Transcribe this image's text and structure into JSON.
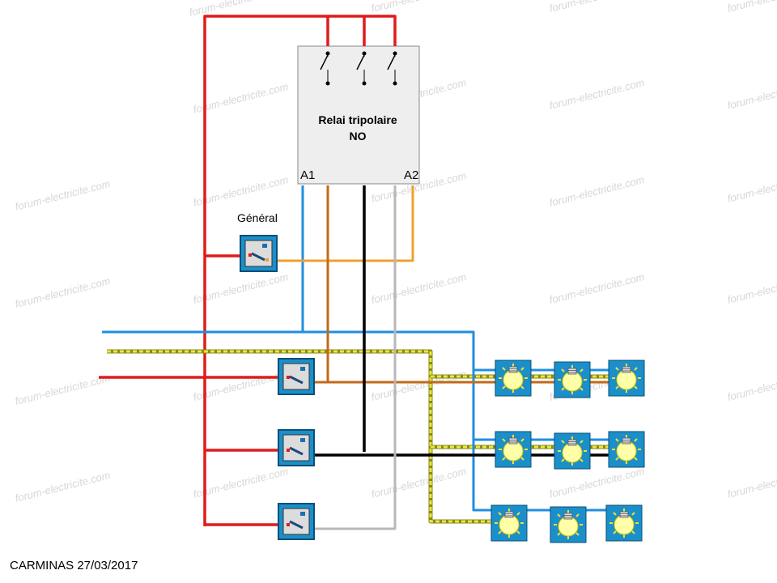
{
  "watermark": "forum-electricite.com",
  "relay": {
    "title": "Relai tripolaire",
    "subtitle": "NO",
    "terminal_a1": "A1",
    "terminal_a2": "A2"
  },
  "general_switch": {
    "label": "Général"
  },
  "footer": {
    "author_date": "CARMINAS 27/03/2017"
  },
  "colors": {
    "phase": "#e01b1b",
    "neutral": "#1f8fe0",
    "earth": "#e8e83a",
    "command": "#f0a030",
    "line1": "#c06a18",
    "line2": "#000000",
    "line3": "#b8b8b8",
    "switch_box": "#1b8fc9",
    "relay_box": "#eeeeee"
  },
  "switch_names": [
    "general-switch",
    "switch-1",
    "switch-2",
    "switch-3"
  ],
  "lamp_rows": 3,
  "lamps_per_row": 3
}
